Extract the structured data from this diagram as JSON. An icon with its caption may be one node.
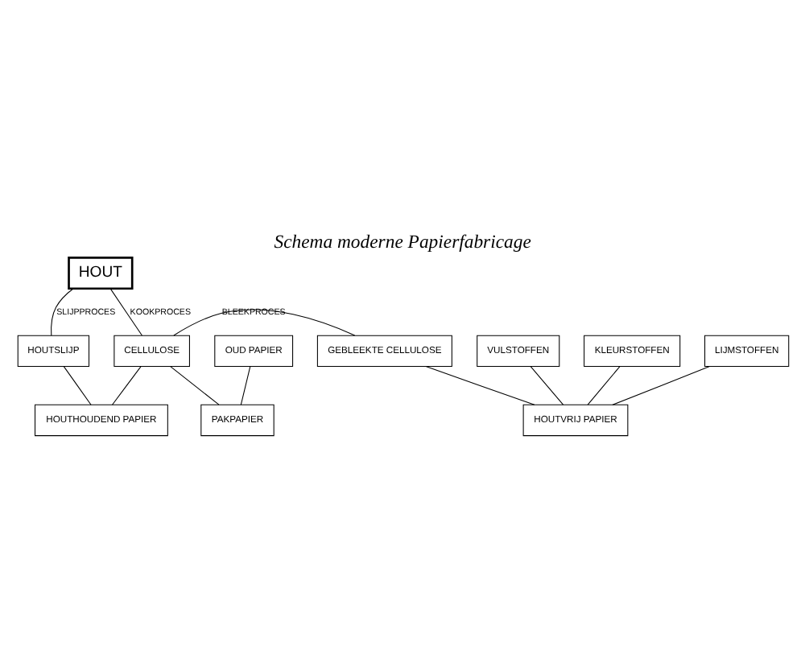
{
  "diagram": {
    "title": "Schema moderne Papierfabricage",
    "nodes": [
      {
        "text": [
          "HOUT"
        ]
      },
      {
        "text": [
          "HOUTSLIJP"
        ]
      },
      {
        "text": [
          "CELLULOSE"
        ]
      },
      {
        "text": [
          "GEBLEEKTE CELLULOSE"
        ]
      },
      {
        "text": [
          "VULSTOFFEN"
        ]
      },
      {
        "text": [
          "KLEURSTOFFEN"
        ]
      },
      {
        "text": [
          "LIJMSTOFFEN"
        ]
      },
      {
        "text": [
          "OUD PAPIER"
        ]
      },
      {
        "text": [
          "HOUTHOUDEND PAPIER"
        ]
      },
      {
        "text": [
          "PAKPAPIER"
        ]
      },
      {
        "text": [
          "HOUTVRIJ PAPIER"
        ]
      }
    ],
    "edges": [
      {
        "from": 0,
        "to": 1,
        "arrow": "none",
        "label": "SLIJPPROCES"
      },
      {
        "from": 0,
        "to": 2,
        "arrow": "none",
        "label": "KOOKPROCES"
      },
      {
        "from": 2,
        "to": 3,
        "arrow": "none",
        "label": "BLEEKPROCES"
      },
      {
        "from": 1,
        "to": 8,
        "arrow": "none"
      },
      {
        "from": 2,
        "to": 8,
        "arrow": "none"
      },
      {
        "from": 2,
        "to": 9,
        "arrow": "none"
      },
      {
        "from": 7,
        "to": 9,
        "arrow": "none"
      },
      {
        "from": 3,
        "to": 10,
        "arrow": "none"
      },
      {
        "from": 4,
        "to": 10,
        "arrow": "none"
      },
      {
        "from": 5,
        "to": 10,
        "arrow": "none"
      },
      {
        "from": 6,
        "to": 10,
        "arrow": "none"
      }
    ]
  }
}
